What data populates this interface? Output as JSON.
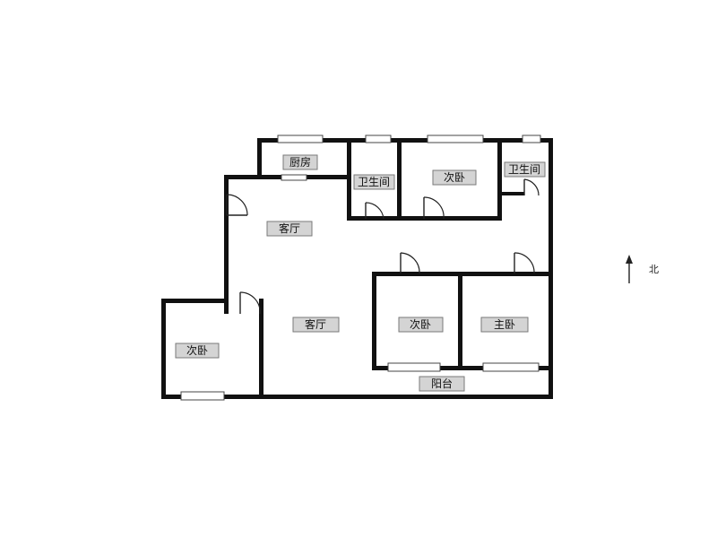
{
  "rooms": {
    "kitchen": "厨房",
    "bath_a": "卫生间",
    "bedroom_north": "次卧",
    "bath_b": "卫生间",
    "living_upper": "客厅",
    "living_lower": "客厅",
    "bedroom_west": "次卧",
    "bedroom_middle": "次卧",
    "master_bedroom": "主卧",
    "balcony": "阳台"
  },
  "compass": {
    "north_label": "北"
  }
}
